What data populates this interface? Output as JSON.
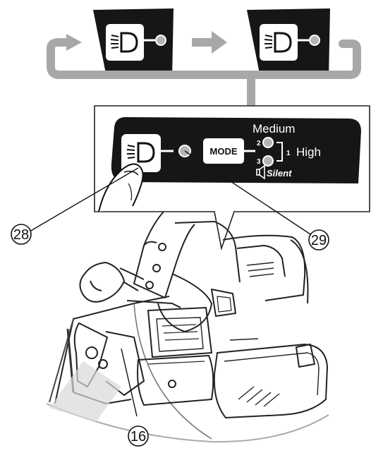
{
  "panel": {
    "mode_button": "MODE",
    "speed_medium": "Medium",
    "speed_high": "High",
    "speed_low": "Silent",
    "num_2": "2",
    "num_3": "3",
    "num_1": "1"
  },
  "callouts": {
    "c28": "28",
    "c29": "29",
    "c16": "16"
  },
  "colors": {
    "panel": "#161616",
    "arrow": "#a8a8a8",
    "led": "#b5b5b5"
  }
}
